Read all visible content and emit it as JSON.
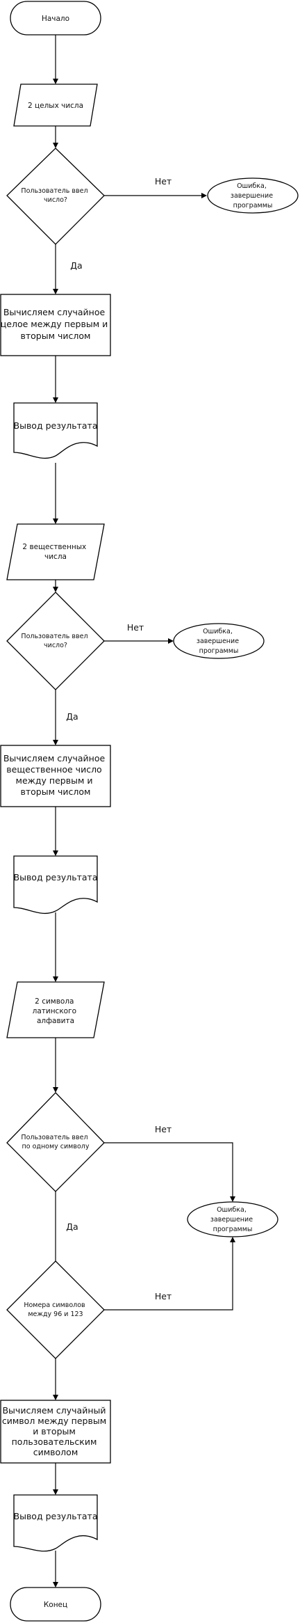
{
  "flowchart": {
    "start": "Начало",
    "end": "Конец",
    "input_ints": "2 целых числа",
    "input_reals": [
      "2 вещественных",
      "числа"
    ],
    "input_chars": [
      "2 символа",
      "латинского",
      "алфавита"
    ],
    "decision_number": [
      "Пользователь ввел",
      "число?"
    ],
    "decision_one_char": [
      "Пользователь ввел",
      "по одному символу"
    ],
    "decision_char_range": [
      "Номера символов",
      "между 96 и 123"
    ],
    "error": [
      "Ошибка,",
      "завершение",
      "программы"
    ],
    "process_int": [
      "Вычисляем случайное",
      "целое между первым и",
      "вторым числом"
    ],
    "process_real": [
      "Вычисляем случайное",
      "вещественное число",
      "между первым и",
      "вторым числом"
    ],
    "process_char": [
      "Вычисляем случайный",
      "символ между первым",
      "и вторым",
      "пользовательским",
      "символом"
    ],
    "output": "Вывод результата",
    "label_yes": "Да",
    "label_no": "Нет"
  }
}
